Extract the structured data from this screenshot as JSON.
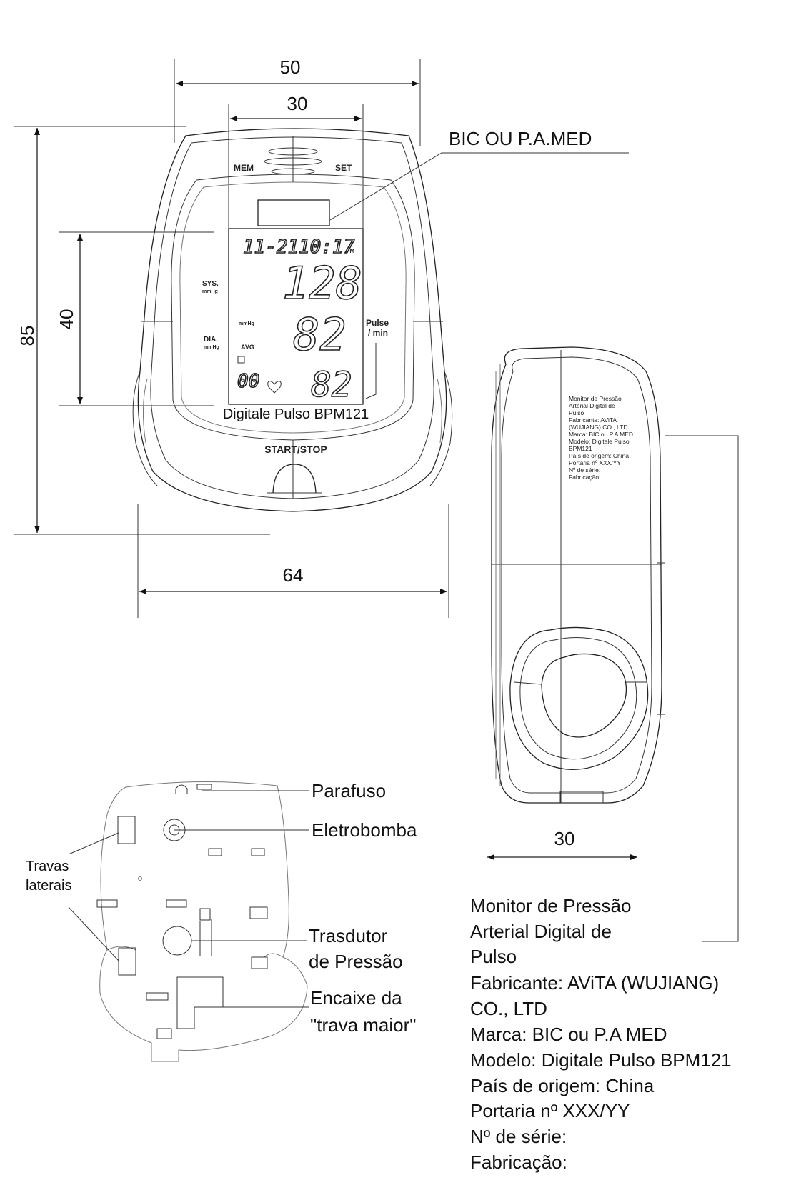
{
  "dimensions": {
    "top_width_outer": "50",
    "top_width_inner": "30",
    "height_total": "85",
    "height_screen": "40",
    "bottom_width": "64",
    "side_depth": "30"
  },
  "front_view": {
    "brand_callout": "BIC  OU  P.A.MED",
    "mem_label": "MEM",
    "set_label": "SET",
    "sys_label": "SYS.",
    "sys_unit": "mmHg",
    "dia_label": "DIA.",
    "dia_unit": "mmHg",
    "mid_unit": "mmHg",
    "avg_label": "AVG",
    "pulse_label": "Pulse",
    "pulse_unit": "/ min",
    "lcd_date": "11-21",
    "lcd_time": "10:17",
    "lcd_ampm": "PM",
    "lcd_sys": "128",
    "lcd_dia": "82",
    "lcd_pulse": "82",
    "lcd_memory": "00",
    "model_caption": "Digitale Pulso BPM121",
    "start_button": "START/STOP"
  },
  "side_view": {
    "label_lines": [
      "Monitor de Pressão",
      "Arterial Digital de",
      "Pulso",
      "Fabricante: AViTA",
      "(WUJIANG) CO., LTD",
      "Marca: BIC ou P.A MED",
      "Modelo: Digitale Pulso",
      "BPM121",
      "País de origem: China",
      "Portaria nº XXX/YY",
      "Nº de série:",
      "Fabricação:"
    ]
  },
  "back_view": {
    "callouts": {
      "screw": "Parafuso",
      "pump": "Eletrobomba",
      "side_latches_1": "Travas",
      "side_latches_2": "laterais",
      "transducer_1": "Trasdutor",
      "transducer_2": "de Pressão",
      "main_latch_1": "Encaixe da",
      "main_latch_2": "\"trava maior\""
    }
  },
  "label_text": [
    "Monitor de Pressão",
    "Arterial Digital de",
    "Pulso",
    "Fabricante: AViTA (WUJIANG)",
    "CO., LTD",
    "Marca: BIC ou P.A MED",
    "Modelo: Digitale Pulso BPM121",
    "País de origem: China",
    "Portaria nº XXX/YY",
    "Nº de série:",
    "Fabricação:"
  ]
}
